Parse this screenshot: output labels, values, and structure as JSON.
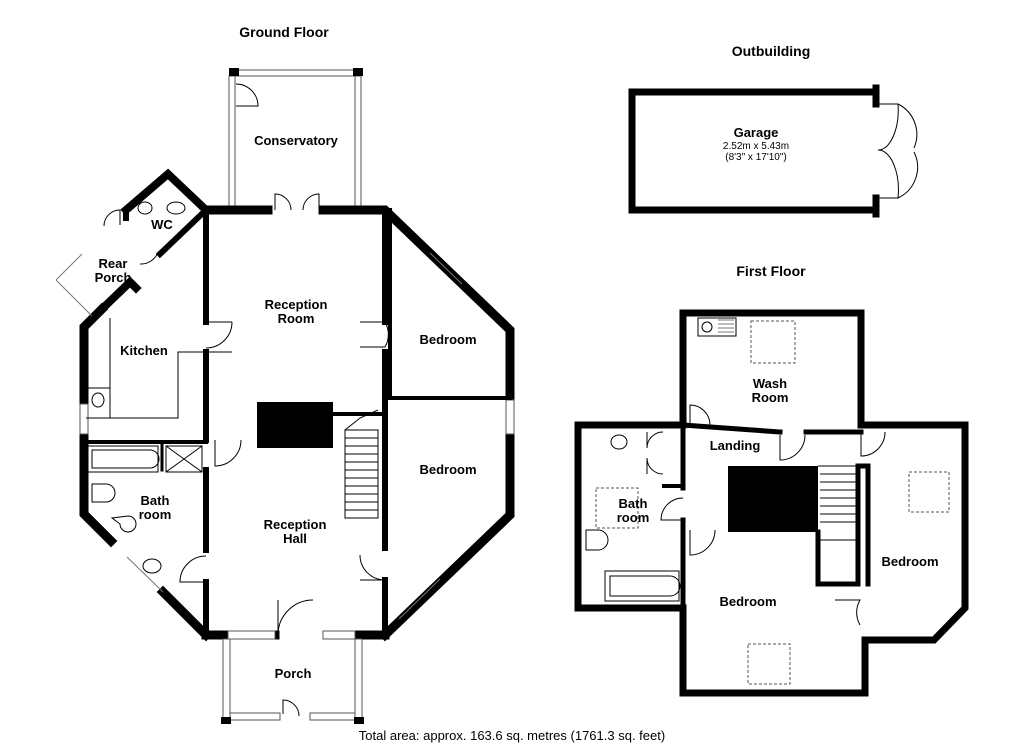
{
  "titles": {
    "ground": "Ground Floor",
    "outbuilding": "Outbuilding",
    "first": "First Floor"
  },
  "rooms": {
    "conservatory": "Conservatory",
    "wc": "WC",
    "rear_porch_1": "Rear",
    "rear_porch_2": "Porch",
    "reception_room_1": "Reception",
    "reception_room_2": "Room",
    "bedroom_gf_1": "Bedroom",
    "kitchen": "Kitchen",
    "bedroom_gf_2": "Bedroom",
    "bathroom_gf_1": "Bath",
    "bathroom_gf_2": "room",
    "reception_hall_1": "Reception",
    "reception_hall_2": "Hall",
    "porch": "Porch",
    "wash_room_1": "Wash",
    "wash_room_2": "Room",
    "landing": "Landing",
    "bathroom_ff_1": "Bath",
    "bathroom_ff_2": "room",
    "bedroom_ff_1": "Bedroom",
    "bedroom_ff_2": "Bedroom"
  },
  "garage": {
    "name": "Garage",
    "metric": "2.52m x 5.43m",
    "imperial": "(8'3\" x 17'10\")"
  },
  "footer": {
    "total_area": "Total area: approx. 163.6 sq. metres (1761.3 sq. feet)"
  }
}
